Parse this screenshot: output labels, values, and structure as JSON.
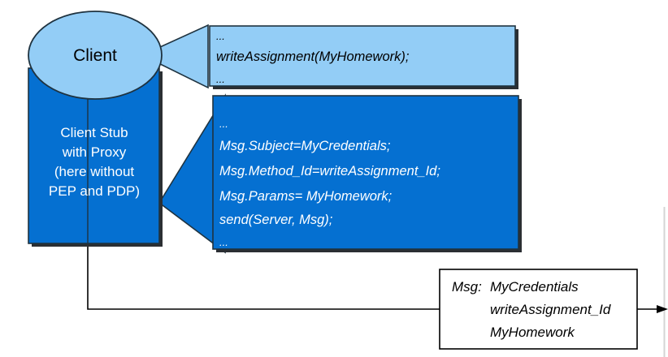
{
  "diagram": {
    "title": "RPC client stub message construction",
    "colors": {
      "light_blue_fill": "#93CDF6",
      "dark_blue_fill": "#0570D1",
      "outline_dark": "#1F3340",
      "shadow": "#2B2F33",
      "white": "#FFFFFF",
      "black": "#000000"
    }
  },
  "client_node": {
    "label": "Client"
  },
  "client_stub": {
    "lines": [
      "Client Stub",
      "with Proxy",
      "(here without",
      "PEP and PDP)"
    ]
  },
  "callout_application": {
    "lines": [
      "...",
      "writeAssignment(MyHomework);",
      "..."
    ]
  },
  "callout_stub": {
    "lines": [
      "...",
      "Msg.Subject=MyCredentials;",
      "Msg.Method_Id=writeAssignment_Id;",
      "Msg.Params= MyHomework;",
      "send(Server, Msg);",
      "..."
    ]
  },
  "message_box": {
    "label": "Msg:",
    "fields": [
      "MyCredentials",
      "writeAssignment_Id",
      "MyHomework"
    ]
  }
}
